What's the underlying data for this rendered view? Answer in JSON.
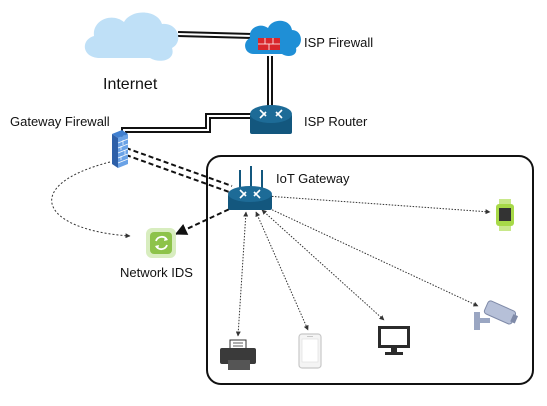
{
  "labels": {
    "internet": "Internet",
    "isp_firewall": "ISP Firewall",
    "isp_router": "ISP Router",
    "gateway_firewall": "Gateway Firewall",
    "iot_gateway": "IoT Gateway",
    "network_ids": "Network IDS"
  },
  "icons": {
    "internet": "cloud-icon",
    "isp_firewall": "cloud-firewall-icon",
    "isp_router": "router-icon",
    "gateway_firewall": "firewall-icon",
    "iot_gateway": "wireless-router-icon",
    "network_ids": "network-ids-icon",
    "smartwatch": "smartwatch-icon",
    "camera": "security-camera-icon",
    "printer": "printer-icon",
    "tablet": "tablet-icon",
    "monitor": "monitor-icon"
  },
  "colors": {
    "cloud": "#bfe0f7",
    "isp_cloud": "#1f8fd6",
    "firewall_red": "#d9262b",
    "router": "#13577e",
    "ids_green": "#8dc34a",
    "watch_green": "#a7d948",
    "camera_gray": "#9aa6c2"
  }
}
